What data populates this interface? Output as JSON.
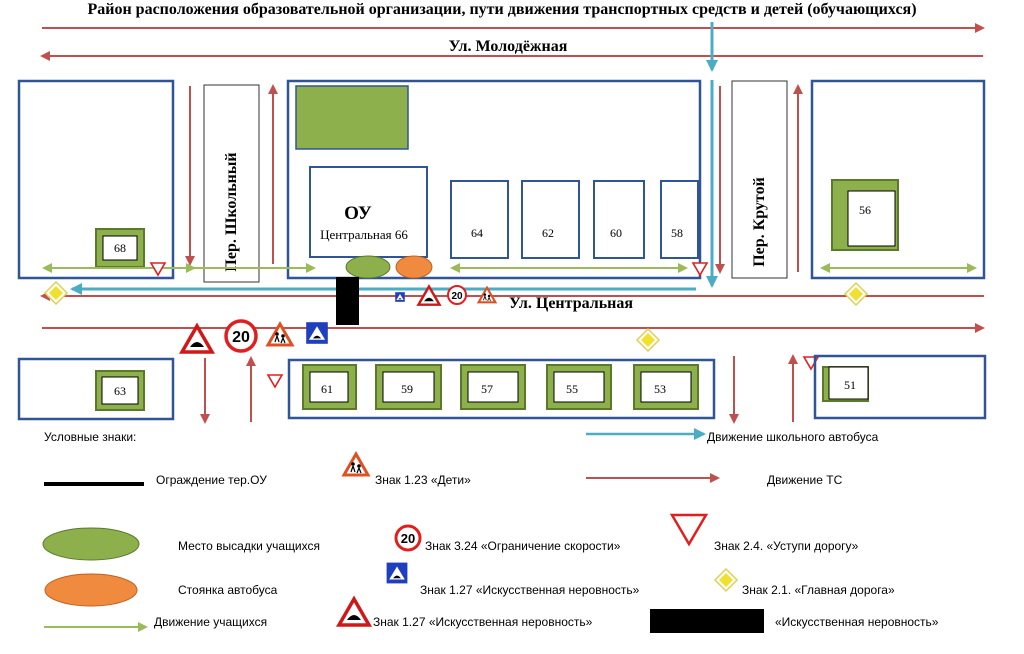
{
  "title": "Район расположения образовательной организации, пути движения транспортных средств и детей (обучающихся)",
  "streets": {
    "molodezhnaya": "Ул. Молодёжная",
    "tsentralnaya": "Ул. Центральная",
    "shkolny": "Пер. Школьный",
    "krutoy": "Пер. Крутой"
  },
  "school": {
    "label": "ОУ",
    "address": "Центральная 66"
  },
  "houses": {
    "h64": "64",
    "h62": "62",
    "h60": "60",
    "h58": "58",
    "h68": "68",
    "h56": "56",
    "h63": "63",
    "h51": "51",
    "h61": "61",
    "h59": "59",
    "h57": "57",
    "h55": "55",
    "h53": "53"
  },
  "sign_values": {
    "speed_limit": "20"
  },
  "legend": {
    "title": "Условные знаки:",
    "fence": "Ограждение тер.ОУ",
    "children_sign": "Знак 1.23 «Дети»",
    "vehicle_movement": "Движение ТС",
    "dropoff": "Место высадки учащихся",
    "speed_sign": "Знак 3.24 «Ограничение скорости»",
    "yield_sign": "Знак 2.4. «Уступи дорогу»",
    "bus_stop": "Стоянка автобуса",
    "bump_sign_square": "Знак 1.27 «Искусственная неровность»",
    "main_road": "Знак 2.1. «Главная дорога»",
    "students_movement": "Движение учащихся",
    "bump_sign_triangle": "Знак 1.27 «Искусственная неровность»",
    "bump": "«Искусственная неровность»",
    "bus_movement": "Движение школьного автобуса"
  },
  "colors": {
    "block_border": "#2f5597",
    "green_fill": "#8db04d",
    "green_border": "#5a7a2a",
    "orange_fill": "#f08a3e",
    "vehicle_arrow": "#c0504d",
    "student_arrow": "#9bbb59",
    "bus_arrow": "#4bacc6",
    "sign_red": "#e02020",
    "sign_blue": "#1f3fbf",
    "diamond_yellow": "#f0e030"
  }
}
